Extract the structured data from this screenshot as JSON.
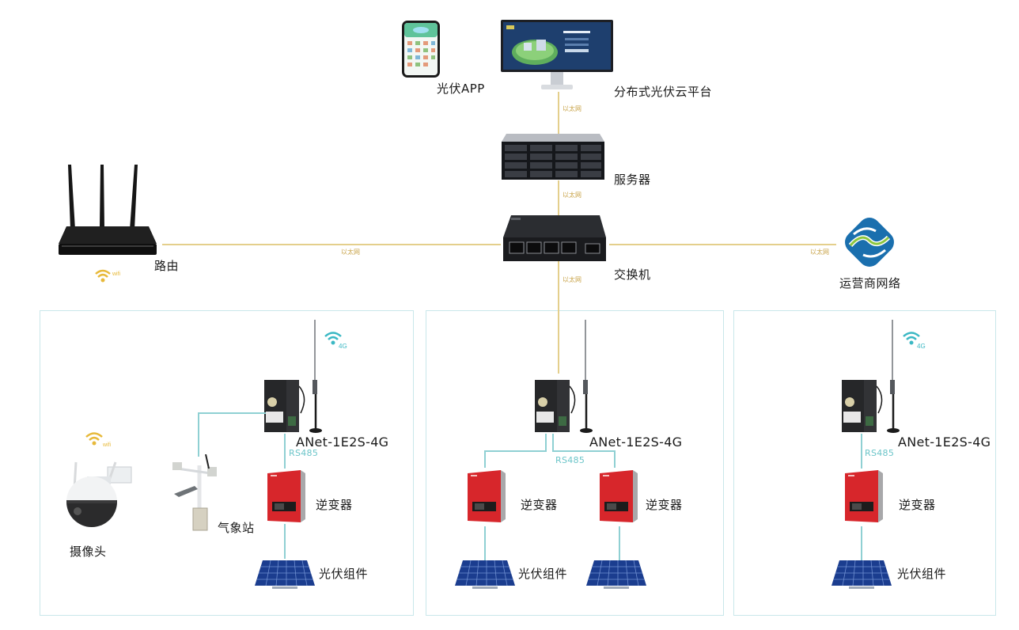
{
  "cloud": {
    "app_label": "光伏APP",
    "platform_label": "分布式光伏云平台",
    "platform_screen_title": "分布式光伏云平台"
  },
  "core": {
    "server_label": "服务器",
    "switch_label": "交换机",
    "router_label": "路由",
    "carrier_label": "运营商网络"
  },
  "links": {
    "ethernet_label": "以太网",
    "rs485_label": "RS485",
    "wifi_label": "wifi",
    "cellular_label": "4G"
  },
  "sites": [
    {
      "gateway_label": "ANet-1E2S-4G",
      "inverter_labels": [
        "逆变器"
      ],
      "pv_labels": [
        "光伏组件"
      ],
      "camera_label": "摄像头",
      "weather_label": "气象站"
    },
    {
      "gateway_label": "ANet-1E2S-4G",
      "inverter_labels": [
        "逆变器",
        "逆变器"
      ],
      "pv_labels": [
        "光伏组件"
      ]
    },
    {
      "gateway_label": "ANet-1E2S-4G",
      "inverter_labels": [
        "逆变器"
      ],
      "pv_labels": [
        "光伏组件"
      ]
    }
  ],
  "colors": {
    "ethernet_line": "#e4cf8c",
    "rs485_line": "#8fd0d3",
    "wifi_icon": "#e7b93a",
    "cellular_icon": "#3bb8c4",
    "inverter_red": "#d7262b",
    "panel_border": "#c9e7ea"
  }
}
